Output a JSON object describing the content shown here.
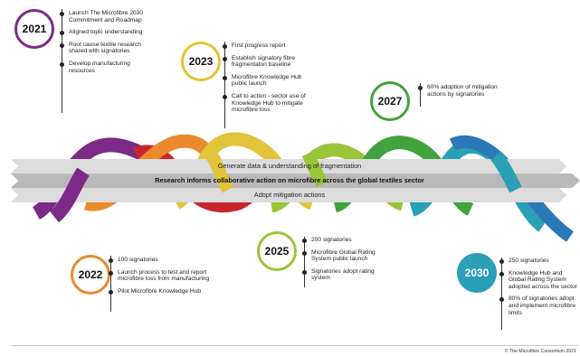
{
  "milestones": [
    {
      "year": "2021",
      "color": "#7d2a86",
      "items": [
        "Launch The Microfibre 2030 Commitment and Roadmap",
        "Aligned topic understanding",
        "Root cause textile research shared with signatories",
        "Develop manufacturing resources"
      ]
    },
    {
      "year": "2022",
      "color": "#ea8a2d",
      "items": [
        "100 signatories",
        "Launch process to test and report microfibre loss from manufacturing",
        "Pilot Microfibre Knowledge Hub"
      ]
    },
    {
      "year": "2023",
      "color": "#e1c43a",
      "items": [
        "First progress report",
        "Establish signatory fibre fragmentaton baseline",
        "Microfibre Knowledge Hub public launch",
        "Call to action - sector use of Knowledge Hub to mitigate microfibre loss"
      ]
    },
    {
      "year": "2025",
      "color": "#9bc43a",
      "items": [
        "200 signatories",
        "Microfibre Global Rating System public launch",
        "Signatories adopt rating system"
      ]
    },
    {
      "year": "2027",
      "color": "#41a33e",
      "items": [
        "60% adoption of mitigation actions by signatories"
      ]
    },
    {
      "year": "2030",
      "color": "#2a9fb6",
      "items": [
        "250 signatories",
        "Knowledge Hub and Global Rating System adopted across the sector",
        "80% of signatories adopt and implement microfibre limits"
      ]
    }
  ],
  "bands": {
    "top": "Generate data & understanding of fragmentation",
    "middle": "Research informs collaborative action on microfibre across the global textiles sector",
    "bottom": "Adopt mitigation actions"
  },
  "ribbon_colors": [
    "#7d2a86",
    "#c8262e",
    "#ea8a2d",
    "#e1c43a",
    "#9bc43a",
    "#41a33e",
    "#2a9fb6",
    "#2b78b8"
  ],
  "copyright": "© The Microfibre Consortium 2021"
}
